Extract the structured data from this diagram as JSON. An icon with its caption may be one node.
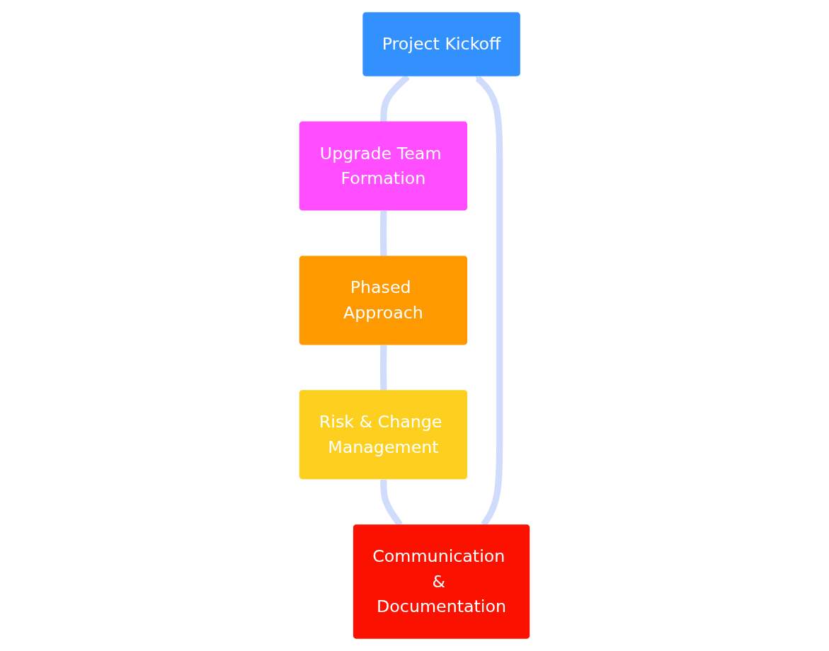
{
  "diagram": {
    "nodes": [
      {
        "text": [
          "Project Kickoff"
        ]
      },
      {
        "text": [
          "Upgrade Team Formation"
        ]
      },
      {
        "text": [
          "Phased Approach"
        ]
      },
      {
        "text": [
          "Risk & Change Management"
        ]
      },
      {
        "text": [
          "Communication & Documentation"
        ]
      }
    ],
    "edges": [
      {
        "from": 0,
        "to": 1,
        "arrow": "none"
      },
      {
        "from": 1,
        "to": 2,
        "arrow": "none"
      },
      {
        "from": 2,
        "to": 3,
        "arrow": "none"
      },
      {
        "from": 3,
        "to": 4,
        "arrow": "none"
      },
      {
        "from": 4,
        "to": 0,
        "arrow": "to"
      }
    ]
  }
}
